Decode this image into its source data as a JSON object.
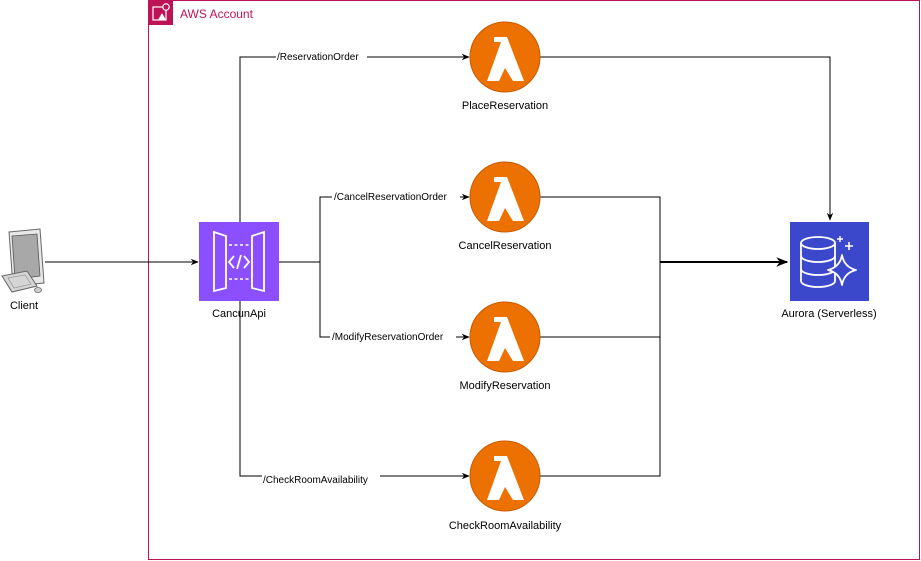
{
  "account": {
    "label": "AWS Account"
  },
  "nodes": {
    "client": {
      "label": "Client"
    },
    "api": {
      "label": "CancunApi"
    },
    "place": {
      "label": "PlaceReservation"
    },
    "cancel": {
      "label": "CancelReservation"
    },
    "modify": {
      "label": "ModifyReservation"
    },
    "check": {
      "label": "CheckRoomAvailability"
    },
    "aurora": {
      "label": "Aurora (Serverless)"
    }
  },
  "routes": {
    "place": "/ReservationOrder",
    "cancel": "/CancelReservationOrder",
    "modify": "/ModifyReservationOrder",
    "check": "/CheckRoomAvailability"
  },
  "colors": {
    "account_border": "#BC1356",
    "lambda": "#ED7100",
    "api_gateway": "#8C4FFF",
    "aurora": "#3B48CC"
  },
  "icons": {
    "account": "aws-account-icon",
    "client": "desktop-computer-icon",
    "api": "api-gateway-icon",
    "lambda": "lambda-icon",
    "aurora": "aurora-database-icon"
  }
}
